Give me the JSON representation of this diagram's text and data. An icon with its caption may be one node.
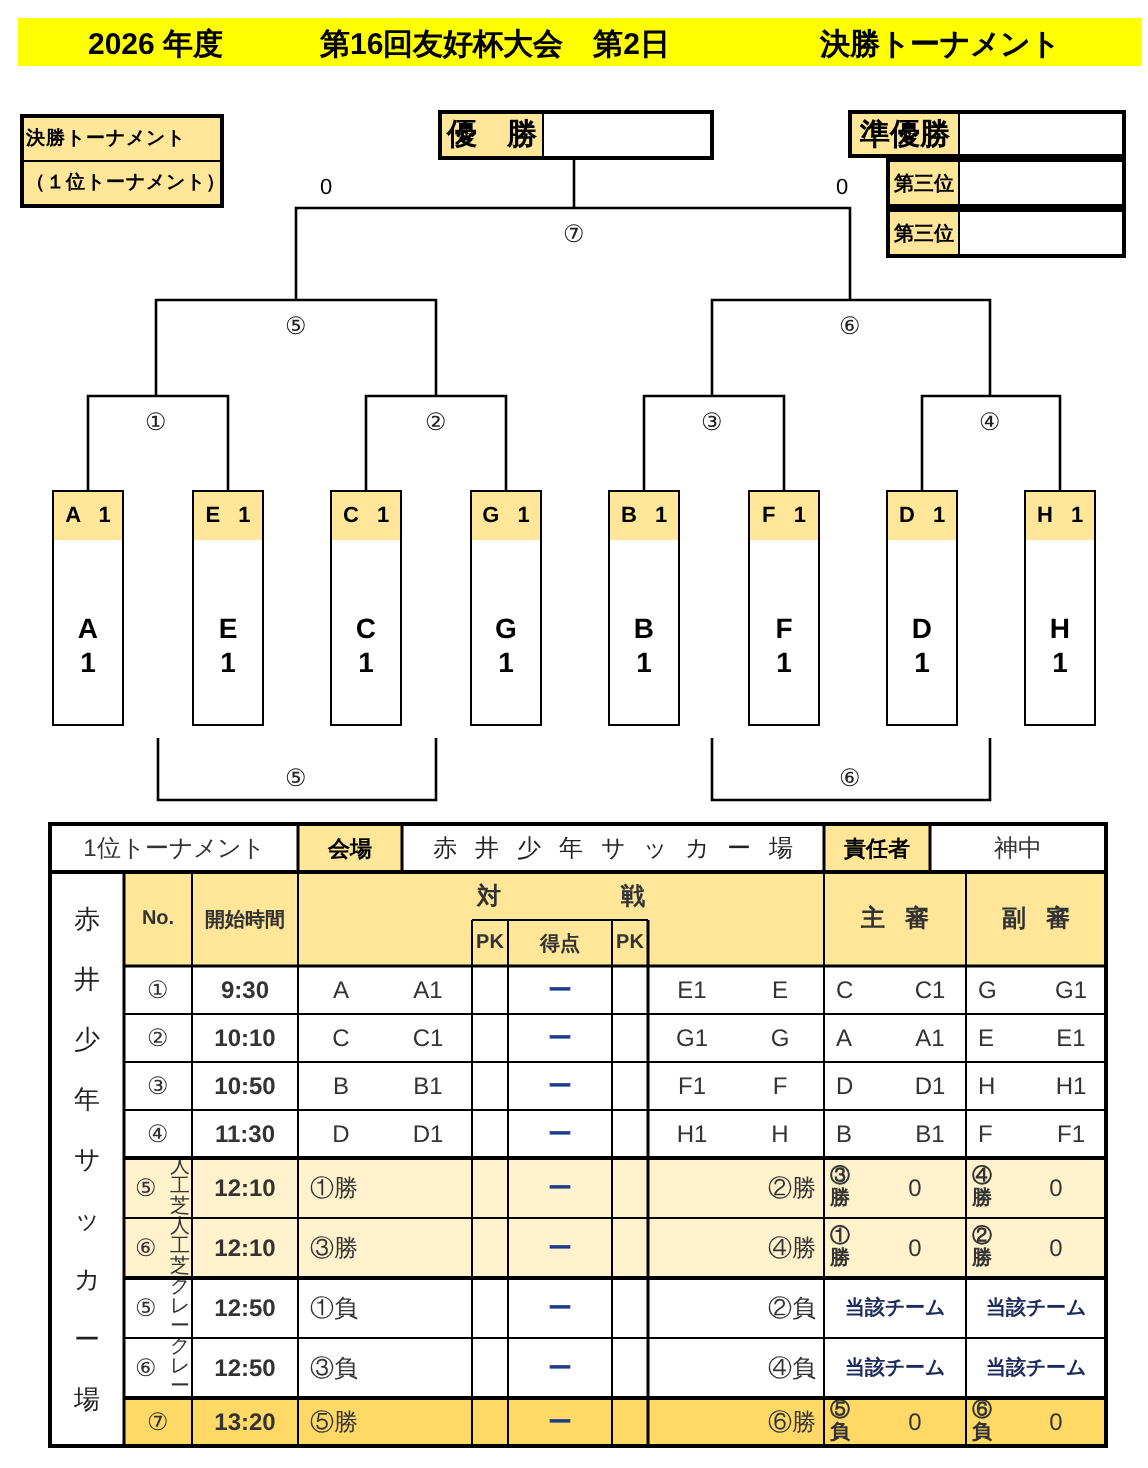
{
  "diagram": {
    "title": "第16回友好杯大会　第2日",
    "nodes": [
      {
        "text": [
          "決勝トーナメント",
          "（１位トーナメント）"
        ]
      },
      {
        "text": [
          "優勝"
        ]
      },
      {
        "text": [
          "準優勝"
        ]
      },
      {
        "text": [
          "第三位"
        ]
      },
      {
        "text": [
          "第三位"
        ]
      },
      {
        "text": [
          "A 1",
          "A 1"
        ]
      },
      {
        "text": [
          "E 1",
          "E 1"
        ]
      },
      {
        "text": [
          "C 1",
          "C 1"
        ]
      },
      {
        "text": [
          "G 1",
          "G 1"
        ]
      },
      {
        "text": [
          "B 1",
          "B 1"
        ]
      },
      {
        "text": [
          "F 1",
          "F 1"
        ]
      },
      {
        "text": [
          "D 1",
          "D 1"
        ]
      },
      {
        "text": [
          "H 1",
          "H 1"
        ]
      },
      {
        "text": [
          "⑦"
        ]
      },
      {
        "text": [
          "⑤"
        ]
      },
      {
        "text": [
          "⑥"
        ]
      },
      {
        "text": [
          "①"
        ]
      },
      {
        "text": [
          "②"
        ]
      },
      {
        "text": [
          "③"
        ]
      },
      {
        "text": [
          "④"
        ]
      },
      {
        "text": [
          "⑤"
        ]
      },
      {
        "text": [
          "⑥"
        ]
      }
    ],
    "edges": [
      {
        "from": 5,
        "to": 16,
        "arrow": "none"
      },
      {
        "from": 6,
        "to": 16,
        "arrow": "none"
      },
      {
        "from": 7,
        "to": 17,
        "arrow": "none"
      },
      {
        "from": 8,
        "to": 17,
        "arrow": "none"
      },
      {
        "from": 9,
        "to": 18,
        "arrow": "none"
      },
      {
        "from": 10,
        "to": 18,
        "arrow": "none"
      },
      {
        "from": 11,
        "to": 19,
        "arrow": "none"
      },
      {
        "from": 12,
        "to": 19,
        "arrow": "none"
      },
      {
        "from": 16,
        "to": 14,
        "arrow": "none"
      },
      {
        "from": 17,
        "to": 14,
        "arrow": "none"
      },
      {
        "from": 18,
        "to": 15,
        "arrow": "none"
      },
      {
        "from": 19,
        "to": 15,
        "arrow": "none"
      },
      {
        "from": 14,
        "to": 13,
        "arrow": "none"
      },
      {
        "from": 15,
        "to": 13,
        "arrow": "none"
      },
      {
        "from": 13,
        "to": 1,
        "arrow": "none"
      },
      {
        "from": null,
        "to": 20,
        "arrow": "none"
      },
      {
        "from": null,
        "to": 20,
        "arrow": "none"
      },
      {
        "from": null,
        "to": 21,
        "arrow": "none"
      },
      {
        "from": null,
        "to": 21,
        "arrow": "none"
      }
    ],
    "labels": [
      "2026 年度",
      "決勝トーナメント",
      "0",
      "0",
      "1位トーナメント",
      "会場",
      "赤井少年サッカー場",
      "責任者",
      "神中",
      "赤井少年サッカー場",
      "No.",
      "開始時間",
      "対戦",
      "主審",
      "副審",
      "PK",
      "得点",
      "PK",
      "①",
      "9:30",
      "A",
      "A1",
      "ー",
      "E1",
      "E",
      "C",
      "C1",
      "G",
      "G1",
      "②",
      "10:10",
      "C",
      "C1",
      "ー",
      "G1",
      "G",
      "A",
      "A1",
      "E",
      "E1",
      "③",
      "10:50",
      "B",
      "B1",
      "ー",
      "F1",
      "F",
      "D",
      "D1",
      "H",
      "H1",
      "④",
      "11:30",
      "D",
      "D1",
      "ー",
      "H1",
      "H",
      "B",
      "B1",
      "F",
      "F1",
      "⑤",
      "人工芝",
      "12:10",
      "①勝",
      "ー",
      "②勝",
      "③勝",
      "0",
      "④勝",
      "0",
      "⑥",
      "人工芝",
      "12:10",
      "③勝",
      "ー",
      "④勝",
      "①勝",
      "0",
      "②勝",
      "0",
      "⑤",
      "クレー",
      "12:50",
      "①負",
      "ー",
      "②負",
      "当該チーム",
      "当該チーム",
      "⑥",
      "クレー",
      "12:50",
      "③負",
      "ー",
      "④負",
      "当該チーム",
      "当該チーム",
      "⑦",
      "13:20",
      "⑤勝",
      "ー",
      "⑥勝",
      "⑤負",
      "0",
      "⑥負",
      "0"
    ]
  }
}
